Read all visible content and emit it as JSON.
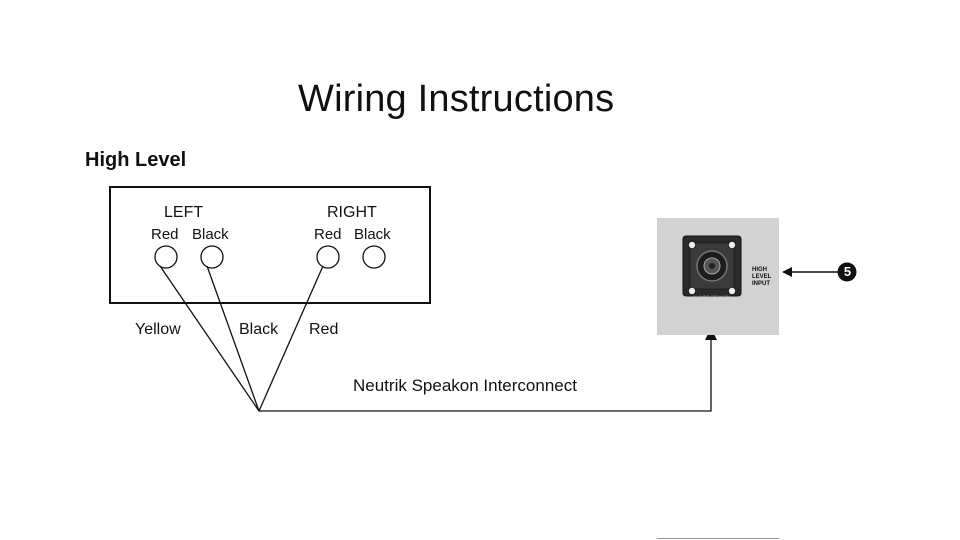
{
  "title": "Wiring Instructions",
  "section": "High Level",
  "terminal_block": {
    "left_heading": "LEFT",
    "right_heading": "RIGHT",
    "left_red": "Red",
    "left_black": "Black",
    "right_red": "Red",
    "right_black": "Black"
  },
  "wires": {
    "yellow": "Yellow",
    "black": "Black",
    "red": "Red"
  },
  "connector_label": "Neutrik Speakon Interconnect",
  "panel": {
    "input_label_line1": "HIGH",
    "input_label_line2": "LEVEL",
    "input_label_line3": "INPUT",
    "connector_small_text": "NL4MPR-SPEAKON",
    "callout_number": "5"
  },
  "colors": {
    "line": "#111111",
    "panel_bg": "#d2d2d2",
    "callout_bg": "#111111"
  }
}
